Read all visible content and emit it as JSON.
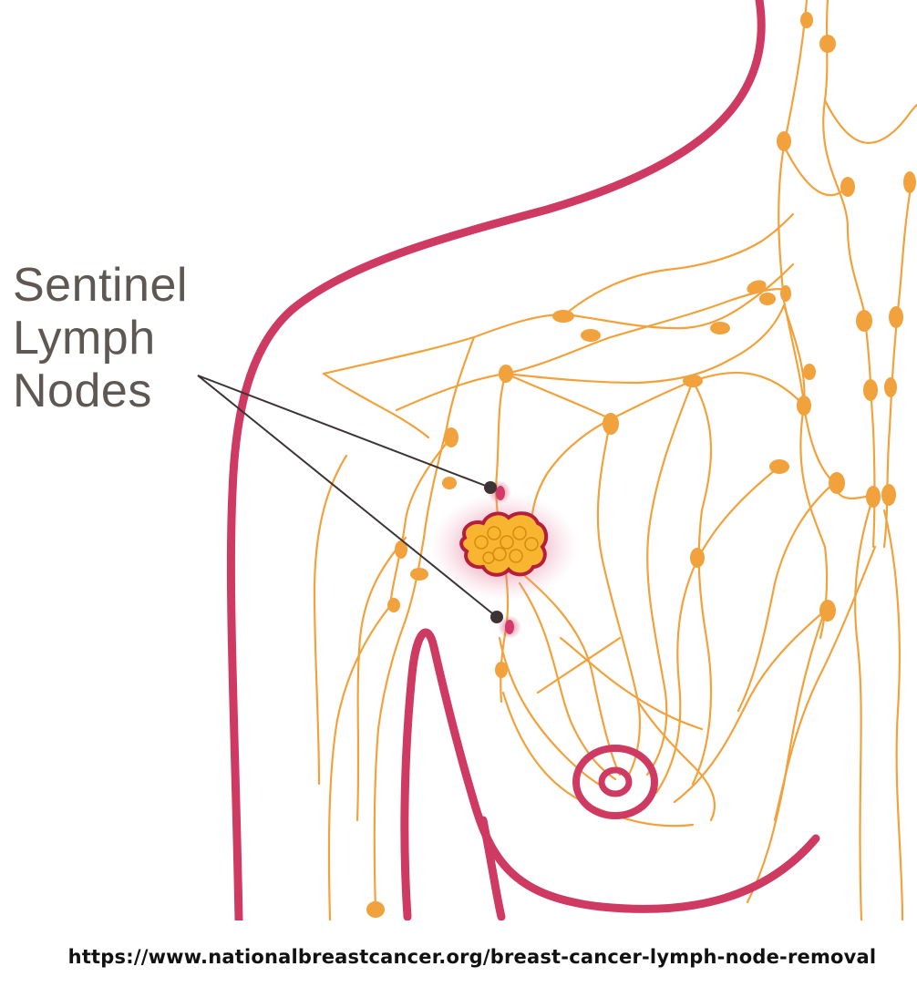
{
  "label": {
    "line1": "Sentinel",
    "line2": "Lymph",
    "line3": "Nodes"
  },
  "source_url": "https://www.nationalbreastcancer.org/breast-cancer-lymph-node-removal",
  "colors": {
    "body_outline": "#cf3a62",
    "lymph": "#f2a23c",
    "tumor": "#f7b530",
    "tumor_glow": "#d23a6a",
    "pointer": "#3d3335"
  }
}
